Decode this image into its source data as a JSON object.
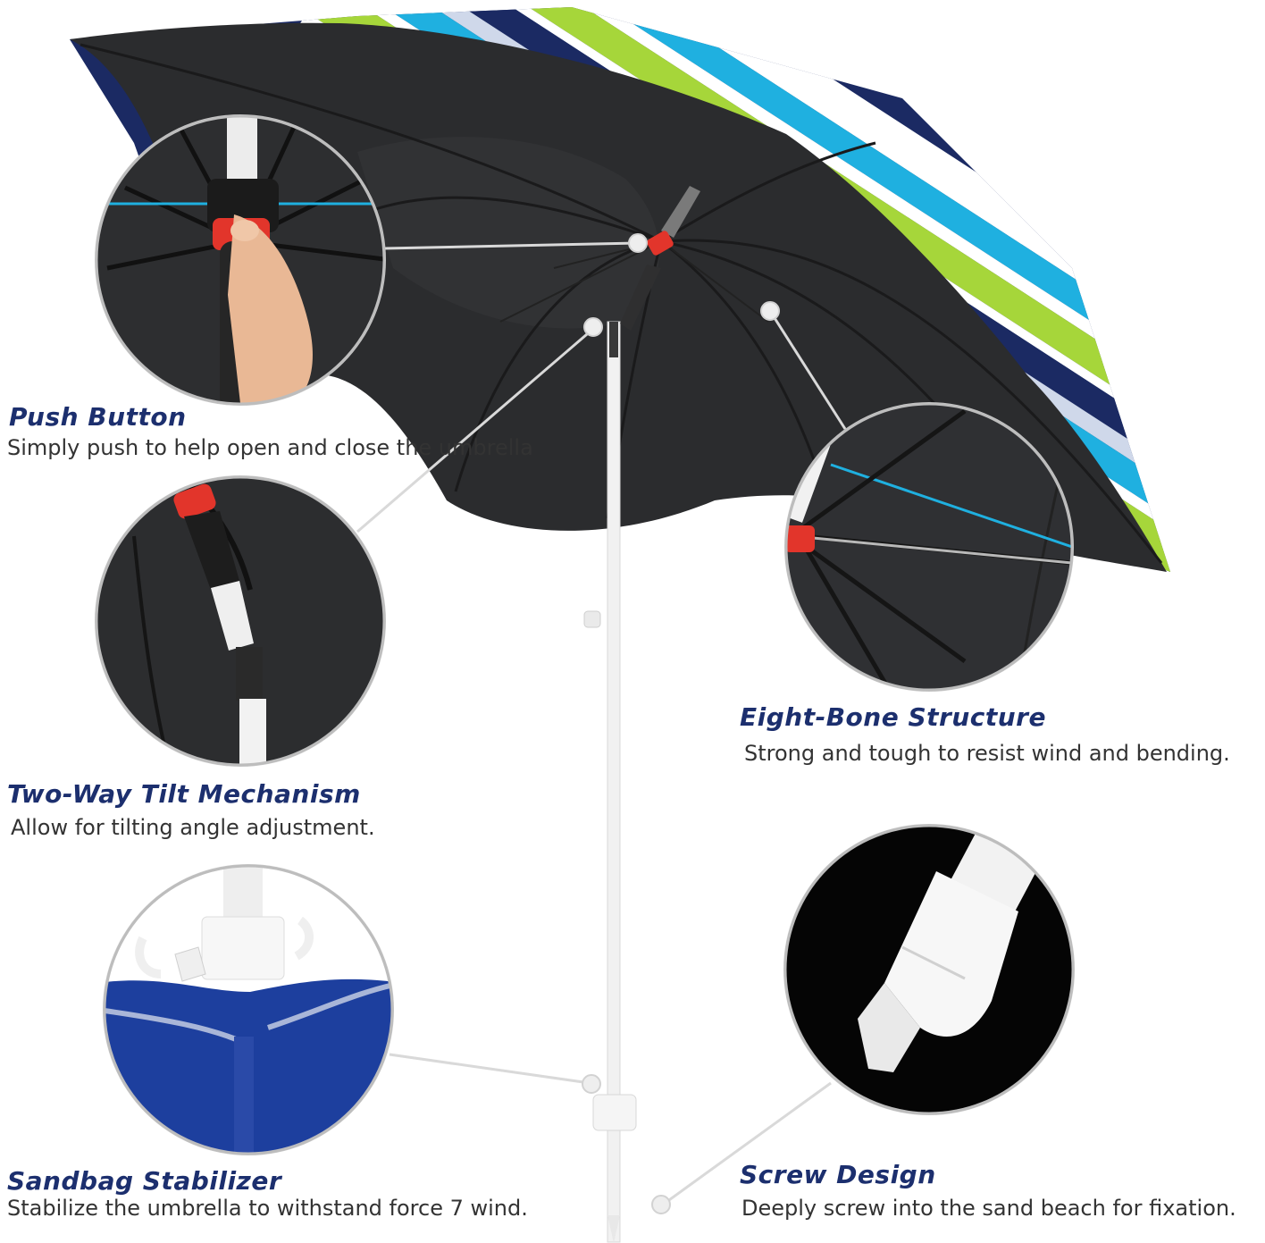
{
  "colors": {
    "title": "#1c2f6e",
    "description": "#333333",
    "canopy_inner": "#2b2c2e",
    "stripe_navy": "#1b2a63",
    "stripe_lime": "#a6d63a",
    "stripe_cyan": "#1fb0e0",
    "stripe_white": "#ffffff",
    "accent_red": "#e2352b",
    "sandbag_blue": "#1d3f9e"
  },
  "icons": {
    "umbrella": "umbrella-illustration",
    "push_button": "push-button-closeup",
    "tilt": "tilt-mechanism-closeup",
    "bone": "eight-bone-closeup",
    "sandbag": "sandbag-closeup",
    "screw": "screw-tip-closeup"
  },
  "features": {
    "push_button": {
      "title": "Push Button",
      "description": "Simply push to help open and close the umbrella"
    },
    "tilt": {
      "title": "Two-Way Tilt Mechanism",
      "description": "Allow for  tilting angle adjustment."
    },
    "sandbag": {
      "title": "Sandbag Stabilizer",
      "description": "Stabilize the umbrella to withstand force 7 wind."
    },
    "bone": {
      "title": "Eight-Bone Structure",
      "description": "Strong and tough to resist wind and bending."
    },
    "screw": {
      "title": "Screw Design",
      "description": "Deeply screw into the sand beach for fixation."
    }
  }
}
